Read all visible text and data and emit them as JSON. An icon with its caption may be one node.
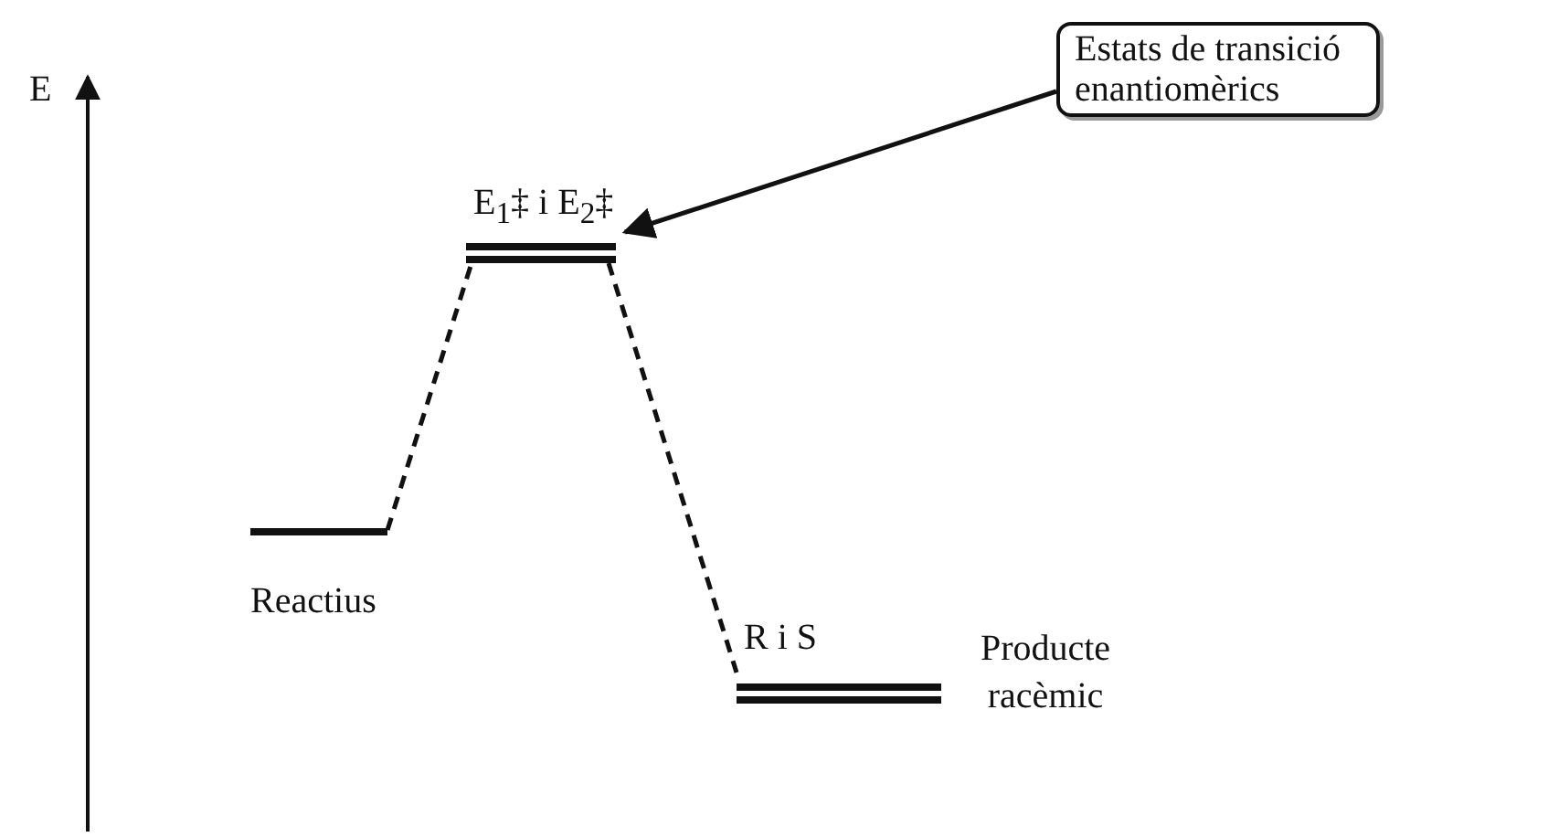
{
  "diagram": {
    "nodes": [
      {
        "text": [
          "Estats de transició enantiomèrics"
        ]
      },
      {
        "text": [
          "E$_{1}$‡ i E$_{2}$‡"
        ]
      },
      {
        "text": [
          "Reactius"
        ]
      },
      {
        "text": [
          "R i S"
        ],
        "beside": [
          "Producte racèmic"
        ]
      }
    ],
    "edges": [
      {
        "from": 0,
        "to": 1,
        "arrow": "to"
      },
      {
        "from": 2,
        "to": 1,
        "arrow": "none",
        "style": "dashed"
      },
      {
        "from": 1,
        "to": 3,
        "arrow": "none",
        "style": "dashed"
      }
    ],
    "labels": [
      "E"
    ]
  }
}
